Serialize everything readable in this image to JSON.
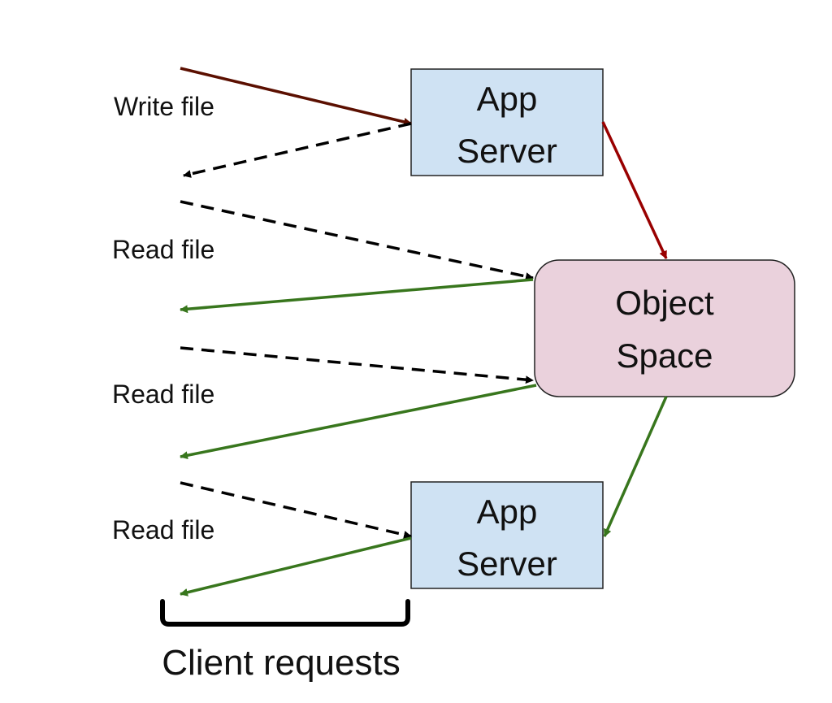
{
  "nodes": {
    "app_server_top": {
      "line1": "App",
      "line2": "Server",
      "fill": "#cfe2f3"
    },
    "object_space": {
      "line1": "Object",
      "line2": "Space",
      "fill": "#ead1dc"
    },
    "app_server_bottom": {
      "line1": "App",
      "line2": "Server",
      "fill": "#cfe2f3"
    }
  },
  "labels": {
    "write_file": "Write file",
    "read_file_1": "Read file",
    "read_file_2": "Read file",
    "read_file_3": "Read file",
    "client_requests": "Client requests"
  },
  "colors": {
    "write_arrow": "#5b0f00",
    "replicate_arrow": "#990000",
    "read_response_arrow": "#38761d",
    "request_arrow": "#000000"
  }
}
